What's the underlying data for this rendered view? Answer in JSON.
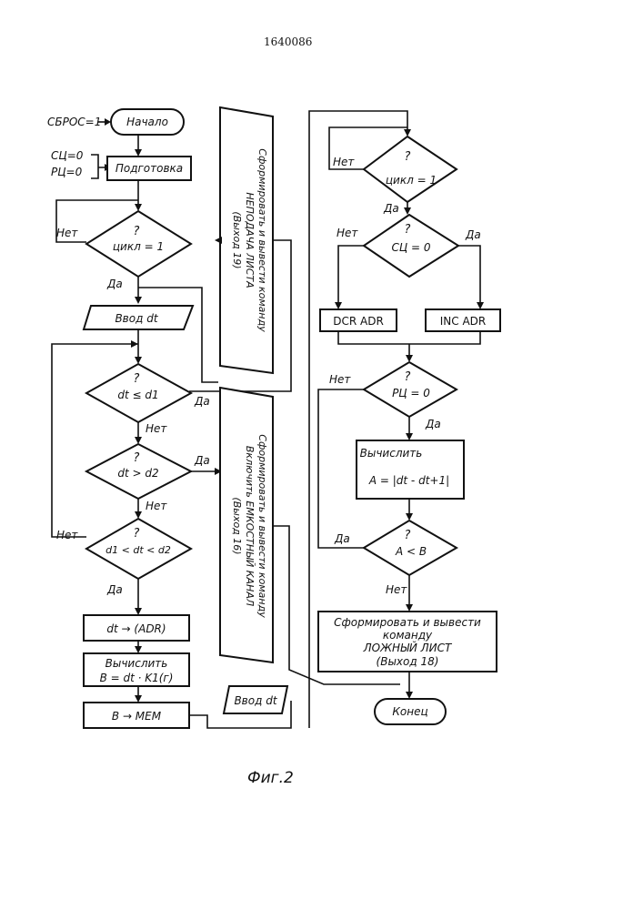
{
  "doc_number": "1640086",
  "figure_caption": "Фиг.2",
  "signals": {
    "reset": "СБРОС=1",
    "sc_init": "СЦ=0",
    "rc_init": "РЦ=0"
  },
  "blocks": {
    "start": "Начало",
    "prep": "Подготовка",
    "cycle_q": "?",
    "cycle_left": "цикл = 1",
    "input_dt": "Ввод dt",
    "dt_le_d1": "dt ≤ d1",
    "dt_gt_d2": "dt > d2",
    "d1_dt_d2": "d1 < dt < d2",
    "dt_to_adr": "dt → (ADR)",
    "calc_b_1": "Вычислить",
    "calc_b_2": "B = dt · K1(г)",
    "b_to_mem": "B → MEM",
    "cmd19_1": "Сформировать и вывести команду",
    "cmd19_2": "НЕПОДАЧА ЛИСТА",
    "cmd19_3": "(Выход 19)",
    "cmd16_1": "Сформировать и вывести команду",
    "cmd16_2": "Включить ЕМКОСТНЫЙ КАНАЛ",
    "cmd16_3": "(Выход 16)",
    "input_dt_2": "Ввод dt",
    "cycle_right": "цикл = 1",
    "sc_q": "СЦ = 0",
    "dcr": "DCR  ADR",
    "inc": "INC  ADR",
    "rc_q": "РЦ = 0",
    "calc_a_1": "Вычислить",
    "calc_a_2": "A = |dt - dt+1|",
    "a_lt_b": "A < B",
    "cmd18_1": "Сформировать и вывести",
    "cmd18_2": "команду",
    "cmd18_3": "ЛОЖНЫЙ ЛИСТ",
    "cmd18_4": "(Выход 18)",
    "end": "Конец"
  },
  "labels": {
    "yes": "Да",
    "no": "Нет"
  }
}
